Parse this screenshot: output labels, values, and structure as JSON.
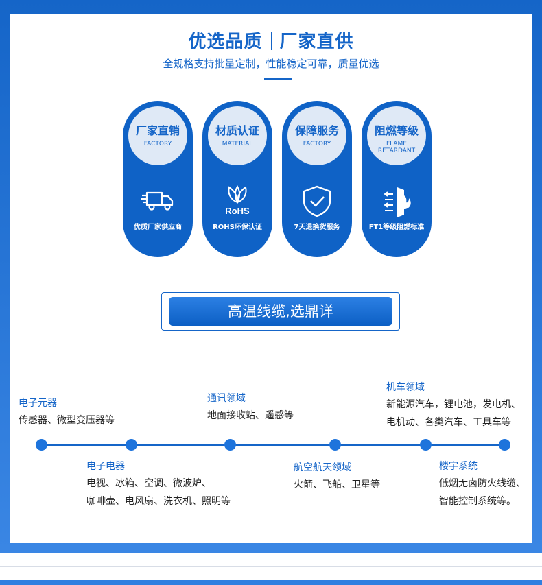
{
  "header": {
    "title_left": "优选品质",
    "title_right": "厂家直供",
    "subtitle": "全规格支持批量定制，性能稳定可靠，质量优选"
  },
  "features": [
    {
      "title": "厂家直销",
      "sub": "FACTORY",
      "caption": "优质厂家供应商",
      "icon": "truck-icon"
    },
    {
      "title": "材质认证",
      "sub": "MATERIAL",
      "caption": "ROHS环保认证",
      "icon": "rohs-leaf-icon",
      "icon_text": "RoHS"
    },
    {
      "title": "保障服务",
      "sub": "FACTORY",
      "caption": "7天退换货服务",
      "icon": "shield-check-icon"
    },
    {
      "title": "阻燃等级",
      "sub": "FLAME RETARDANT",
      "caption": "FT1等级阻燃标准",
      "icon": "flame-door-icon"
    }
  ],
  "cta": {
    "label": "高温线缆,选鼎详"
  },
  "timeline": [
    {
      "title": "电子元器",
      "lines": [
        "传感器、微型变压器等"
      ]
    },
    {
      "title": "电子电器",
      "lines": [
        "电视、冰箱、空调、微波炉、",
        "咖啡壶、电风扇、洗衣机、照明等"
      ]
    },
    {
      "title": "通讯领域",
      "lines": [
        "地面接收站、遥感等"
      ]
    },
    {
      "title": "航空航天领域",
      "lines": [
        "火箭、飞船、卫星等"
      ]
    },
    {
      "title": "机车领域",
      "lines": [
        "新能源汽车，锂电池，发电机、",
        "电机动、各类汽车、工具车等"
      ]
    },
    {
      "title": "楼宇系统",
      "lines": [
        "低烟无卤防火线缆、",
        "智能控制系统等。"
      ]
    }
  ],
  "colors": {
    "brand": "#1565c8",
    "pill": "#0f62c6",
    "circle": "#dfe9f6"
  }
}
